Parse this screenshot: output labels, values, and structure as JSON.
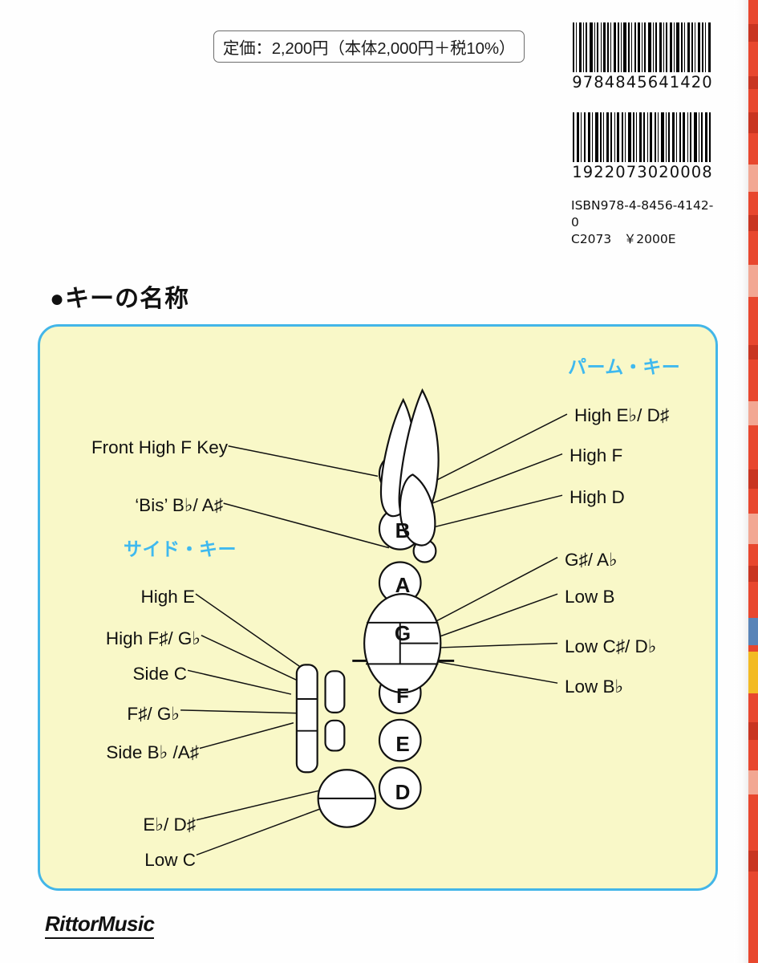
{
  "price": {
    "text": "定価：2,200円（本体2,000円＋税10%）"
  },
  "barcodes": [
    {
      "name": "isbn-barcode",
      "digits": "9784845641420"
    },
    {
      "name": "price-barcode",
      "digits": "1922073020008"
    }
  ],
  "isbn": {
    "line1": "ISBN978-4-8456-4142-0",
    "line2": "C2073　￥2000E"
  },
  "heading": {
    "bullet": "●",
    "text": "キーの名称"
  },
  "groups": {
    "palm": "パーム・キー",
    "side": "サイド・キー"
  },
  "labels": {
    "front_high_f": "Front High F Key",
    "bis": "‘Bis’ B♭/ A♯",
    "side_high_e": "High E",
    "side_high_fs": "High F♯/ G♭",
    "side_c": "Side C",
    "side_fs": "F♯/ G♭",
    "side_bb": "Side B♭ /A♯",
    "spat_eb": "E♭/ D♯",
    "spat_low_c": "Low C",
    "palm_high_eb": "High E♭/ D♯",
    "palm_high_f": "High F",
    "palm_high_d": "High D",
    "table_gs": "G♯/ A♭",
    "table_low_b": "Low B",
    "table_low_cs": "Low C♯/ D♭",
    "table_low_bb": "Low B♭"
  },
  "keys_column": [
    {
      "name": "front-high-f-key",
      "letter": ""
    },
    {
      "name": "key-b",
      "letter": "B"
    },
    {
      "name": "bis-key",
      "letter": ""
    },
    {
      "name": "key-a",
      "letter": "A"
    },
    {
      "name": "key-g",
      "letter": "G"
    },
    {
      "name": "key-f",
      "letter": "F"
    },
    {
      "name": "key-e",
      "letter": "E"
    },
    {
      "name": "key-d",
      "letter": "D"
    }
  ],
  "colors": {
    "panel_border": "#43b6e8",
    "panel_fill": "#f9f8c8",
    "group_title": "#3fb9ef",
    "edge_red": "#e8472e",
    "text": "#111111"
  },
  "publisher": {
    "logo": "RittorMusic"
  }
}
